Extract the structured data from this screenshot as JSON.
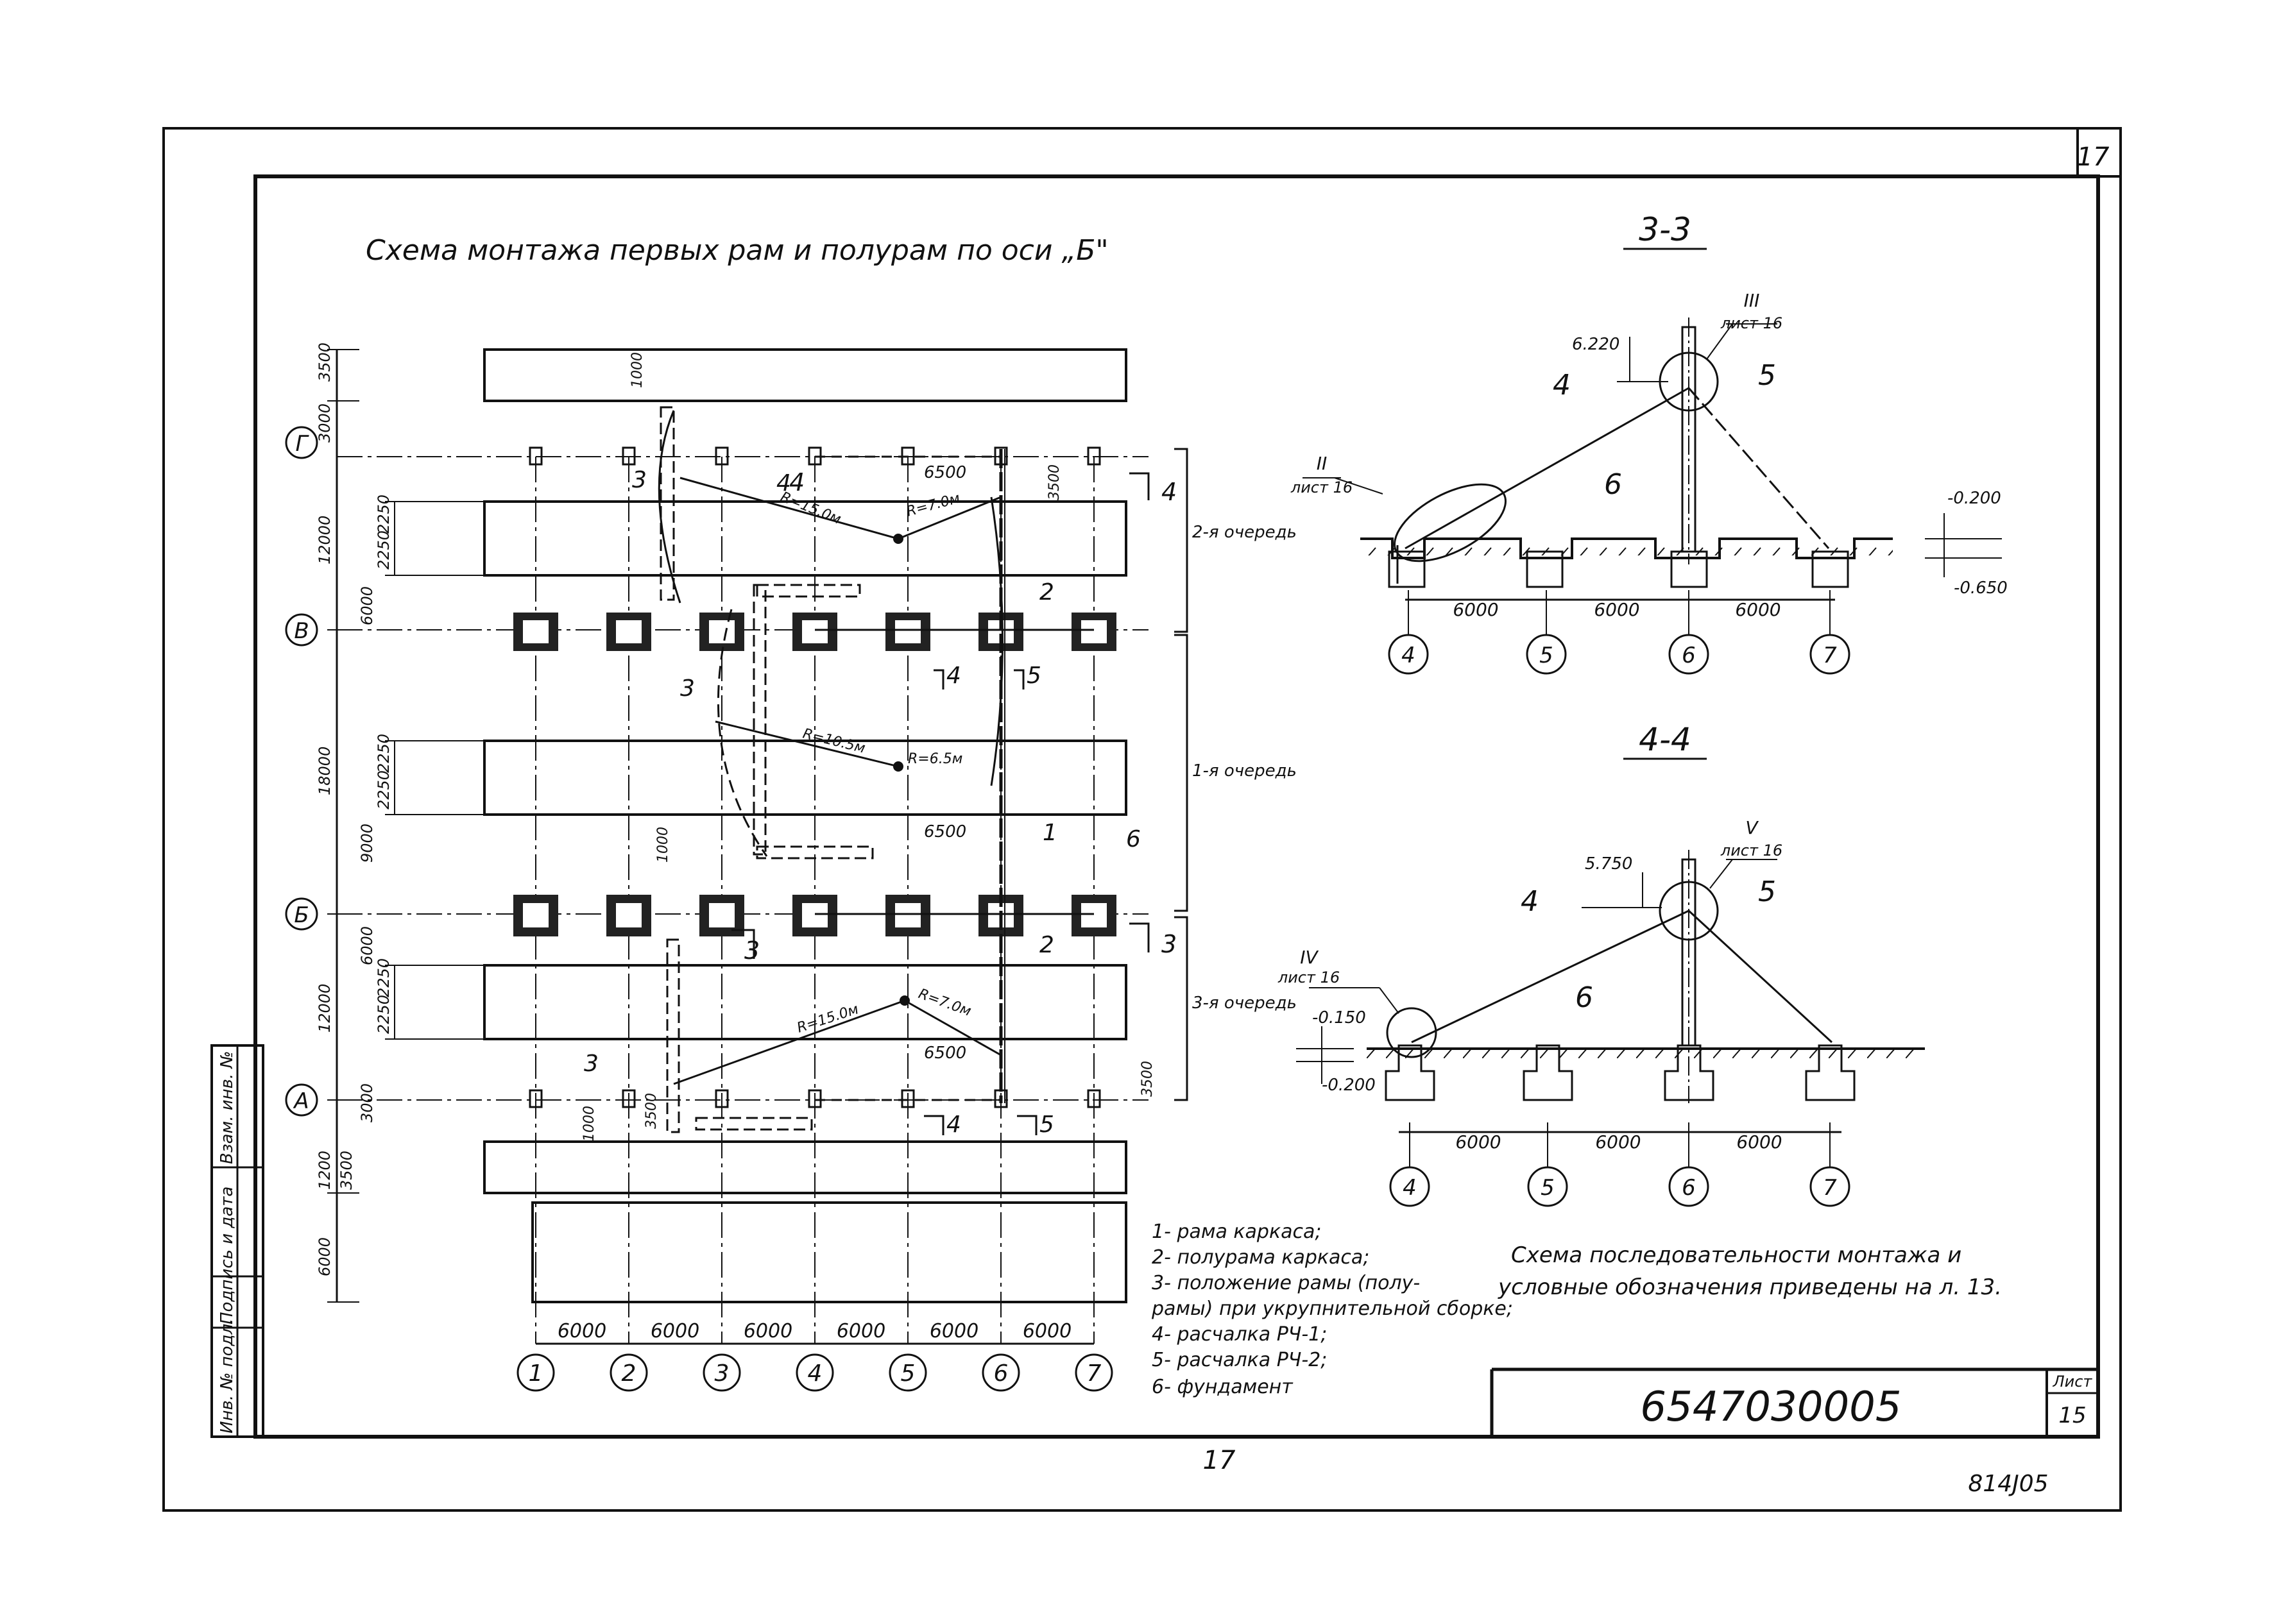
{
  "sheet": {
    "page_number_top": "17",
    "page_number_bottom": "17",
    "drawing_code": "6547030005",
    "sheet_label": "Лист",
    "sheet_number": "15",
    "archive_number": "814J05"
  },
  "side_stamp": {
    "cells": [
      "Инв. № подл.",
      "Подпись и дата",
      "Взам. инв. №"
    ]
  },
  "plan": {
    "title": "Схема монтажа первых рам и полурам по оси „Б\"",
    "row_axes": [
      "Г",
      "В",
      "Б",
      "А"
    ],
    "column_axes": [
      "1",
      "2",
      "3",
      "4",
      "5",
      "6",
      "7"
    ],
    "bottom_spans": [
      "6000",
      "6000",
      "6000",
      "6000",
      "6000",
      "6000"
    ],
    "left_dims": [
      "3500",
      "3000",
      "2250",
      "12000",
      "2250",
      "6000",
      "2250",
      "18000",
      "2250",
      "9000",
      "6000",
      "2250",
      "12000",
      "2250",
      "3000",
      "3500",
      "1200",
      "6000"
    ],
    "inner_dims": [
      "1000",
      "6500",
      "3500",
      "6500",
      "1000",
      "6500",
      "3500",
      "1000",
      "3500"
    ],
    "radii": [
      "R=15.0м",
      "R=7.0м",
      "R=10.5м",
      "R=6.5м",
      "R=15.0м",
      "R=7.0м"
    ],
    "stage_labels": [
      "2-я очередь",
      "1-я очередь",
      "3-я очередь"
    ],
    "callouts": [
      "3",
      "4",
      "2",
      "3",
      "4",
      "5",
      "1",
      "6",
      "2",
      "3",
      "4",
      "5"
    ],
    "section_marks": [
      "4",
      "3",
      "3",
      "4",
      "4",
      "5"
    ]
  },
  "section_33": {
    "title": "3-3",
    "elev_top": "6.220",
    "elev_ground": "-0.200",
    "elev_found": "-0.650",
    "node_top": {
      "num": "III",
      "ref": "лист 16"
    },
    "node_left": {
      "num": "II",
      "ref": "лист 16"
    },
    "labels": [
      "4",
      "5",
      "6"
    ],
    "spans": [
      "6000",
      "6000",
      "6000"
    ],
    "axes": [
      "4",
      "5",
      "6",
      "7"
    ]
  },
  "section_44": {
    "title": "4-4",
    "elev_top": "5.750",
    "elev_ground": "-0.150",
    "elev_found": "-0.200",
    "node_top": {
      "num": "V",
      "ref": "лист 16"
    },
    "node_left": {
      "num": "IV",
      "ref": "лист 16"
    },
    "labels": [
      "4",
      "5",
      "6"
    ],
    "spans": [
      "6000",
      "6000",
      "6000"
    ],
    "axes": [
      "4",
      "5",
      "6",
      "7"
    ]
  },
  "legend": {
    "items": [
      "1- рама каркаса;",
      "2- полурама каркаса;",
      "3- положение рамы (полу-",
      "рамы) при укрупнительной сборке;",
      "4- расчалка РЧ-1;",
      "5- расчалка РЧ-2;",
      "6- фундамент"
    ]
  },
  "note": {
    "lines": [
      "Схема последовательности монтажа и",
      "условные обозначения приведены на л. 13."
    ]
  }
}
